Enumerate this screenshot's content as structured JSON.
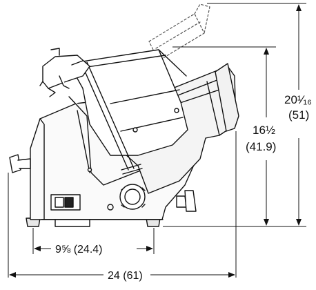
{
  "dimensions": {
    "total_height": {
      "imperial": "20¹⁄₁₆",
      "metric": "(51)"
    },
    "body_height": {
      "imperial": "16½",
      "metric": "(41.9)"
    },
    "base_width": {
      "label": "9⅝ (24.4)"
    },
    "total_width": {
      "label": "24 (61)"
    }
  },
  "colors": {
    "line": "#111111",
    "background": "#ffffff",
    "dash": "#555555"
  }
}
